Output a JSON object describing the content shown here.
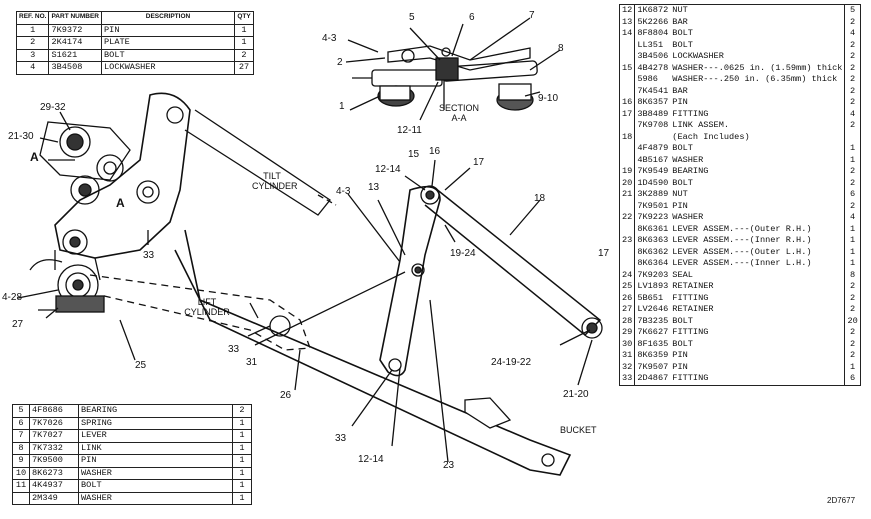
{
  "table_top_left": {
    "headers": {
      "ref": "REF. NO.",
      "part": "PART NUMBER",
      "desc": "DESCRIPTION",
      "qty": "QTY"
    },
    "rows": [
      {
        "ref": "1",
        "part": "7K9372",
        "desc": "PIN",
        "qty": "1"
      },
      {
        "ref": "2",
        "part": "2K4174",
        "desc": "PLATE",
        "qty": "1"
      },
      {
        "ref": "3",
        "part": "S1621",
        "desc": "BOLT",
        "qty": "2"
      },
      {
        "ref": "4",
        "part": "3B4508",
        "desc": "LOCKWASHER",
        "qty": "27"
      }
    ]
  },
  "table_bottom_left": {
    "rows": [
      {
        "ref": "5",
        "part": "4F8686",
        "desc": "BEARING",
        "qty": "2"
      },
      {
        "ref": "6",
        "part": "7K7026",
        "desc": "SPRING",
        "qty": "1"
      },
      {
        "ref": "7",
        "part": "7K7027",
        "desc": "LEVER",
        "qty": "1"
      },
      {
        "ref": "8",
        "part": "7K7332",
        "desc": "LINK",
        "qty": "1"
      },
      {
        "ref": "9",
        "part": "7K9500",
        "desc": "PIN",
        "qty": "1"
      },
      {
        "ref": "10",
        "part": "8K6273",
        "desc": "WASHER",
        "qty": "1"
      },
      {
        "ref": "11",
        "part": "4K4937",
        "desc": "BOLT",
        "qty": "1"
      },
      {
        "ref": "",
        "part": "2M349",
        "desc": "WASHER",
        "qty": "1"
      }
    ]
  },
  "table_right": {
    "rows": [
      {
        "ref": "12",
        "part": "1K6872",
        "desc": "NUT",
        "qty": "5"
      },
      {
        "ref": "13",
        "part": "5K2266",
        "desc": "BAR",
        "qty": "2"
      },
      {
        "ref": "14",
        "part": "8F8804",
        "desc": "BOLT",
        "qty": "4"
      },
      {
        "ref": "",
        "part": "LL351",
        "desc": "BOLT",
        "qty": "2"
      },
      {
        "ref": "",
        "part": "3B4506",
        "desc": "LOCKWASHER",
        "qty": "2"
      },
      {
        "ref": "15",
        "part": "4B4278",
        "desc": "WASHER---.0625 in. (1.59mm) thick",
        "qty": "2"
      },
      {
        "ref": "",
        "part": "5986",
        "desc": "WASHER---.250 in. (6.35mm) thick",
        "qty": "2"
      },
      {
        "ref": "",
        "part": "7K4541",
        "desc": "BAR",
        "qty": "2"
      },
      {
        "ref": "16",
        "part": "8K6357",
        "desc": "PIN",
        "qty": "2"
      },
      {
        "ref": "17",
        "part": "3B8489",
        "desc": "FITTING",
        "qty": "4"
      },
      {
        "ref": "",
        "part": "7K9708",
        "desc": "LINK ASSEM.",
        "qty": "2"
      },
      {
        "ref": "18",
        "part": "",
        "desc": "(Each Includes)",
        "qty": ""
      },
      {
        "ref": "",
        "part": "4F4879",
        "desc": "BOLT",
        "qty": "1"
      },
      {
        "ref": "",
        "part": "4B5167",
        "desc": "WASHER",
        "qty": "1"
      },
      {
        "ref": "19",
        "part": "7K9549",
        "desc": "BEARING",
        "qty": "2"
      },
      {
        "ref": "20",
        "part": "1D4590",
        "desc": "BOLT",
        "qty": "2"
      },
      {
        "ref": "21",
        "part": "3K2889",
        "desc": "NUT",
        "qty": "6"
      },
      {
        "ref": "",
        "part": "7K9501",
        "desc": "PIN",
        "qty": "2"
      },
      {
        "ref": "22",
        "part": "7K9223",
        "desc": "WASHER",
        "qty": "4"
      },
      {
        "ref": "",
        "part": "8K6361",
        "desc": "LEVER ASSEM.---(Outer R.H.)",
        "qty": "1"
      },
      {
        "ref": "23",
        "part": "8K6363",
        "desc": "LEVER ASSEM.---(Inner R.H.)",
        "qty": "1"
      },
      {
        "ref": "",
        "part": "8K6362",
        "desc": "LEVER ASSEM.---(Outer L.H.)",
        "qty": "1"
      },
      {
        "ref": "",
        "part": "8K6364",
        "desc": "LEVER ASSEM.---(Inner L.H.)",
        "qty": "1"
      },
      {
        "ref": "24",
        "part": "7K9203",
        "desc": "SEAL",
        "qty": "8"
      },
      {
        "ref": "25",
        "part": "LV1893",
        "desc": "RETAINER",
        "qty": "2"
      },
      {
        "ref": "26",
        "part": "5B651",
        "desc": "FITTING",
        "qty": "2"
      },
      {
        "ref": "27",
        "part": "LV2646",
        "desc": "RETAINER",
        "qty": "2"
      },
      {
        "ref": "28",
        "part": "7B3235",
        "desc": "BOLT",
        "qty": "20"
      },
      {
        "ref": "29",
        "part": "7K6627",
        "desc": "FITTING",
        "qty": "2"
      },
      {
        "ref": "30",
        "part": "8F1635",
        "desc": "BOLT",
        "qty": "2"
      },
      {
        "ref": "31",
        "part": "8K6359",
        "desc": "PIN",
        "qty": "2"
      },
      {
        "ref": "32",
        "part": "7K9507",
        "desc": "PIN",
        "qty": "1"
      },
      {
        "ref": "33",
        "part": "2D4867",
        "desc": "FITTING",
        "qty": "6"
      }
    ]
  },
  "diagram": {
    "section_title": "SECTION",
    "section_id": "A-A",
    "tilt_cylinder": "TILT CYLINDER",
    "lift_cylinder": "LIFT CYLINDER",
    "bucket": "BUCKET",
    "drawing_number": "2D7677",
    "callouts": {
      "c43a": "4-3",
      "c2": "2",
      "c1": "1",
      "c5": "5",
      "c6": "6",
      "c7": "7",
      "c8": "8",
      "c910": "9-10",
      "c1211": "12-11",
      "c2932": "29-32",
      "c2130": "21-30",
      "cA1": "A",
      "cA2": "A",
      "c33a": "33",
      "c1214a": "12-14",
      "c15": "15",
      "c16": "16",
      "c17a": "17",
      "c43b": "4-3",
      "c13": "13",
      "c18": "18",
      "c1924": "19-24",
      "c428": "4-28",
      "c27": "27",
      "c25": "25",
      "c33b": "33",
      "c31": "31",
      "c26": "26",
      "c17b": "17",
      "c241922": "24-19-22",
      "c2120": "21-20",
      "c33c": "33",
      "c1214b": "12-14",
      "c23": "23"
    }
  }
}
